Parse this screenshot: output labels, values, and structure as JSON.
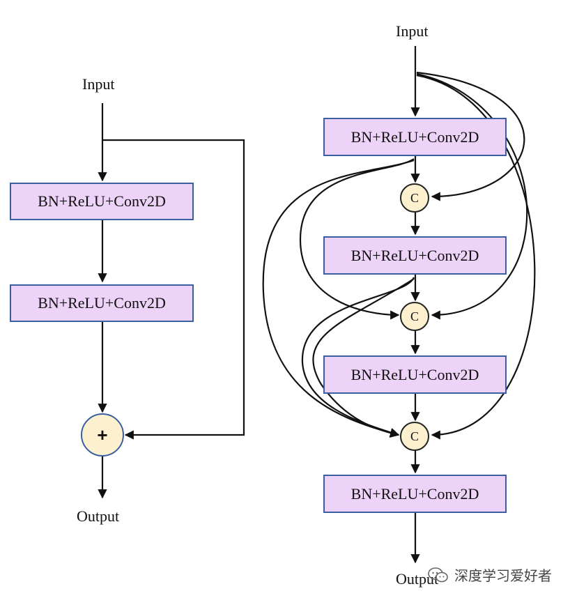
{
  "left": {
    "input_label": "Input",
    "output_label": "Output",
    "blocks": [
      "BN+ReLU+Conv2D",
      "BN+ReLU+Conv2D"
    ],
    "add_symbol": "+"
  },
  "right": {
    "input_label": "Input",
    "output_label": "Output",
    "blocks": [
      "BN+ReLU+Conv2D",
      "BN+ReLU+Conv2D",
      "BN+ReLU+Conv2D",
      "BN+ReLU+Conv2D"
    ],
    "concat_symbol": "C"
  },
  "watermark": {
    "text": "深度学习爱好者",
    "icon": "wechat-icon"
  },
  "colors": {
    "block_fill": "#ecd3f7",
    "block_border": "#3a5fa0",
    "node_fill": "#fdf0cf"
  }
}
